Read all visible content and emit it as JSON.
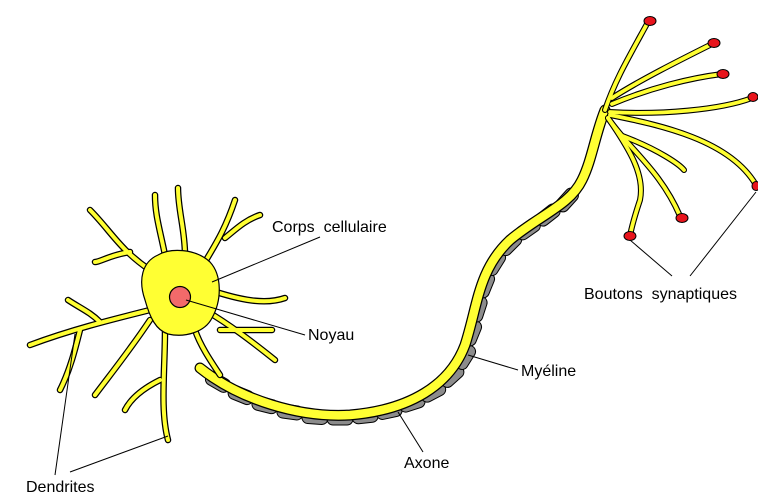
{
  "diagram": {
    "labels": {
      "corps_cellulaire": "Corps  cellulaire",
      "noyau": "Noyau",
      "myeline": "Myéline",
      "axone": "Axone",
      "boutons_synaptiques": "Boutons  synaptiques",
      "dendrites": "Dendrites"
    },
    "colors": {
      "neuron_fill": "#ffff33",
      "neuron_outline": "#000000",
      "nucleus_fill": "#f26a6a",
      "myelin_fill": "#8c8c8c",
      "terminal_fill": "#e8141c",
      "background": "#ffffff"
    }
  }
}
